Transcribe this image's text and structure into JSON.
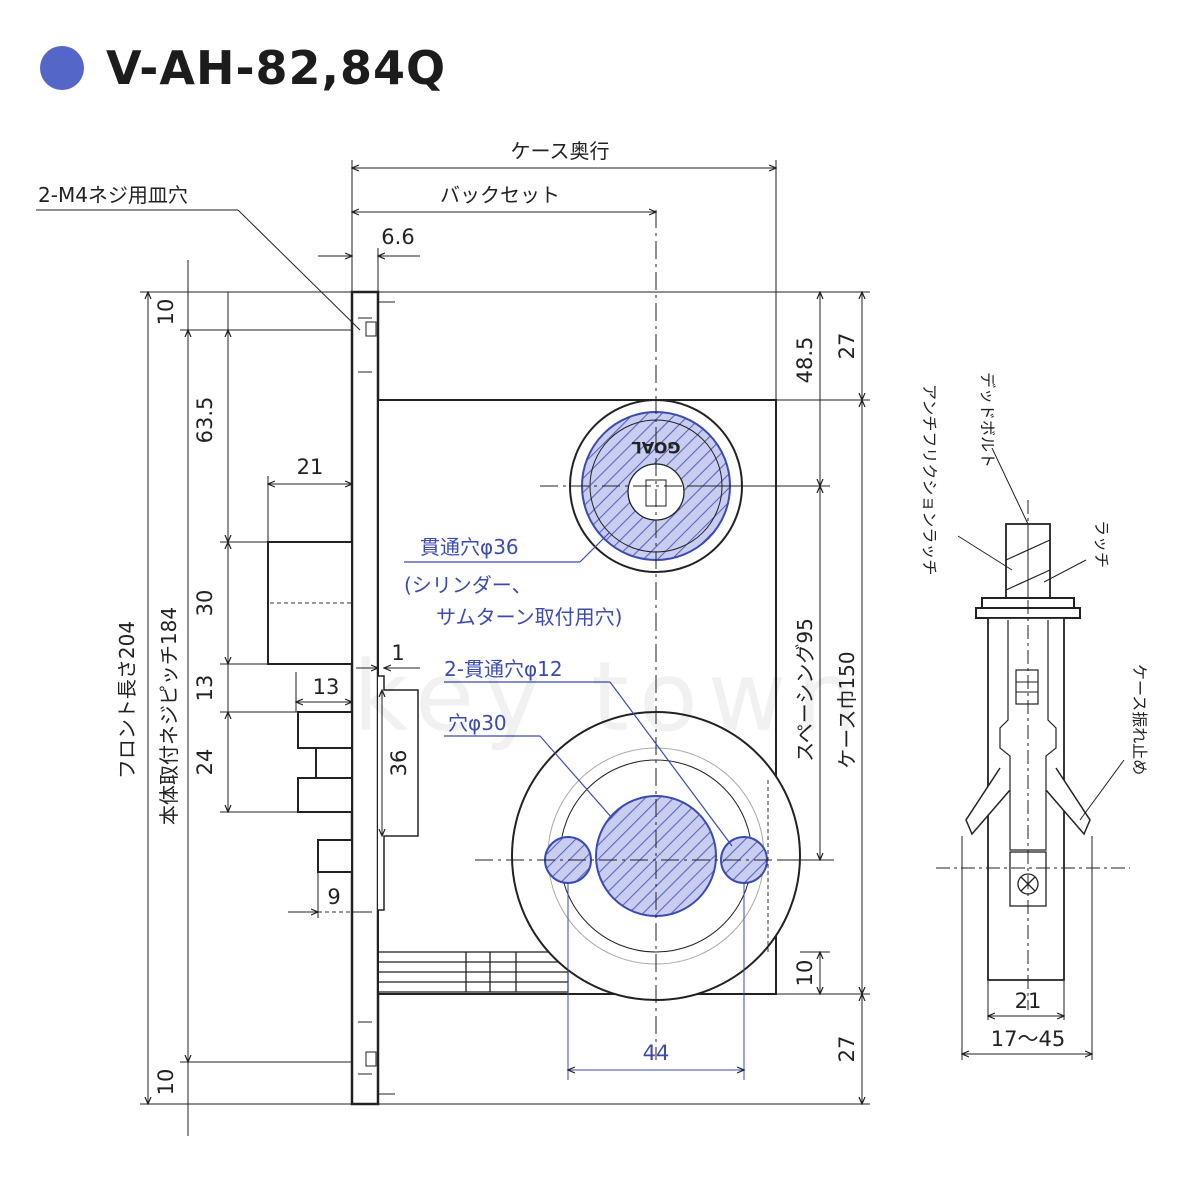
{
  "header": {
    "title": "V-AH-82,84Q",
    "accent_color": "#5466c8"
  },
  "labels": {
    "case_depth": "ケース奥行",
    "backset": "バックセット",
    "screw_hole": "2-M4ネジ用皿穴",
    "through_hole_36": "貫通穴φ36",
    "cylinder_note_1": "(シリンダー、",
    "cylinder_note_2": "サムターン取付用穴)",
    "through_hole_12": "2-貫通穴φ12",
    "hole_30": "穴φ30",
    "front_length": "フロント長さ204",
    "mount_pitch": "本体取付ネジピッチ184",
    "spacing": "スペーシング95",
    "case_width": "ケース巾150",
    "deadbolt": "デッドボルト",
    "anti_friction_latch": "アンチフリクションラッチ",
    "latch": "ラッチ",
    "case_anti_rattle": "ケース振れ止め",
    "logo_text": "GOAL",
    "watermark": "key town"
  },
  "dims": {
    "d6_6": "6.6",
    "d10_top": "10",
    "d63_5": "63.5",
    "d21": "21",
    "d30": "30",
    "d13_v": "13",
    "d13_h": "13",
    "d24": "24",
    "d1": "1",
    "d36": "36",
    "d9": "9",
    "d10_bottom": "10",
    "d48_5": "48.5",
    "d27_top": "27",
    "d10_right": "10",
    "d27_bottom": "27",
    "d44": "44",
    "side_21": "21",
    "side_range": "17～45"
  },
  "colors": {
    "line": "#222222",
    "blue": "#3b4bb0",
    "hatch_fill": "#c9cdf0"
  }
}
